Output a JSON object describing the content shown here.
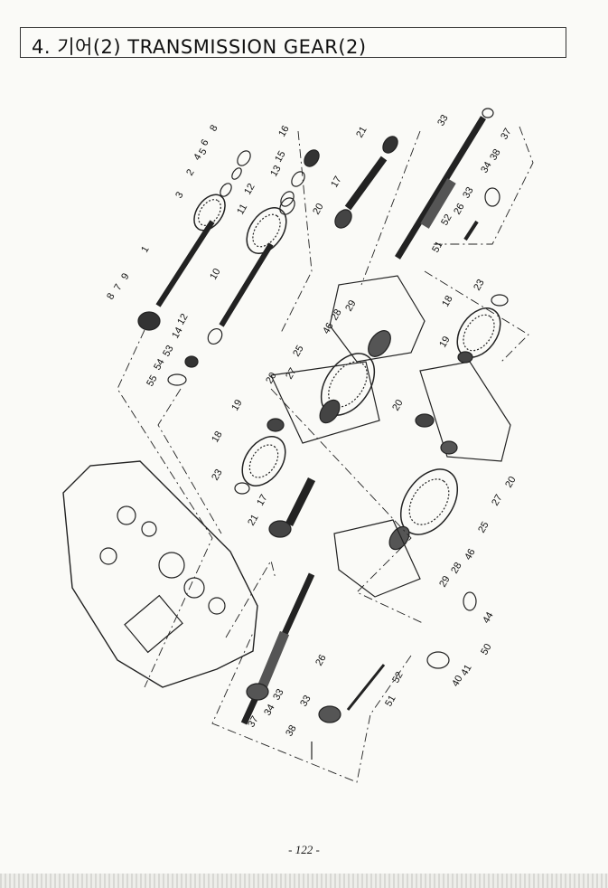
{
  "header": {
    "title": "4. 기어(2) TRANSMISSION GEAR(2)"
  },
  "footer": {
    "page_number": "- 122 -"
  },
  "diagram": {
    "callouts": [
      "8",
      "9",
      "7",
      "1",
      "3",
      "2",
      "4",
      "6",
      "5",
      "8",
      "11",
      "12",
      "16",
      "15",
      "13",
      "10",
      "14",
      "12",
      "53",
      "54",
      "55",
      "21",
      "17",
      "20",
      "33",
      "37",
      "38",
      "34",
      "33",
      "26",
      "52",
      "51",
      "23",
      "18",
      "46",
      "28",
      "29",
      "25",
      "20",
      "27",
      "19",
      "19",
      "20",
      "18",
      "23",
      "17",
      "21",
      "20",
      "27",
      "25",
      "46",
      "28",
      "29",
      "44",
      "50",
      "40",
      "41",
      "26",
      "52",
      "51",
      "33",
      "33",
      "34",
      "37",
      "38"
    ]
  }
}
